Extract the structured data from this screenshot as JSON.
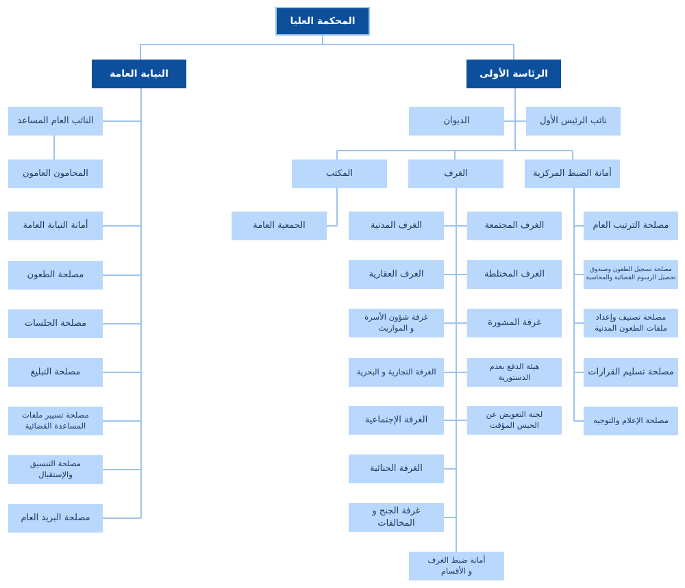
{
  "colors": {
    "dark_box": "#0d4f9a",
    "light_box": "#bad8fb",
    "connector": "#9dc3ee",
    "text": "#1c3a63"
  },
  "org": {
    "supreme_court": "المحكمة العليا",
    "public_prosecution": {
      "title": "النيابة العامة",
      "items": [
        "النائب العام المساعد",
        "المحامون العامون",
        "أمانة النيابة العامة",
        "مصلحة الطعون",
        "مصلحة الجلسات",
        "مصلحة التبليغ",
        "مصلحة تسيير ملفات\nالمساعدة القضائية",
        "مصلحة التنسيق\nوالإستقبال",
        "مصلحة البريد العام"
      ]
    },
    "first_presidency": {
      "title": "الرئاسة الأولى",
      "vice_president": "نائب الرئيس الأول",
      "diwan": "الديوان",
      "office": "المكتب",
      "general_assembly": "الجمعية العامة",
      "chambers": "الغرف",
      "central_registry": "أمانة الضبط المركزية",
      "chambers_left": [
        "الغرف المدنية",
        "الغرف العقارية",
        "غرفة شؤون الأسرة\nو المواريث",
        "الغرفة التجارية و البحرية",
        "الغرفة الإجتماعية",
        "الغرفة الجنائية",
        "غرفة الجنح و المخالفات"
      ],
      "chambers_right": [
        "الغرف المجتمعة",
        "الغرف المختلطة",
        "غرفة المشورة",
        "هيئة الدفع بعدم\nالدستورية",
        "لجنة التعويض عن\nالحبس المؤقت"
      ],
      "chambers_registry": "أمانة ضبط الغرف\nو الأقسام",
      "registry_services": [
        "مصلحة الترتيب العام",
        "مصلحة تسجيل الطعون وصندوق\nتحصيل الرسوم القضائية والمحاسبة",
        "مصلحة تصنيف وإعداد\nملفات الطعون المدنية",
        "مصلحة تسليم القرارات",
        "مصلحة الإعلام والتوجيه"
      ]
    }
  }
}
